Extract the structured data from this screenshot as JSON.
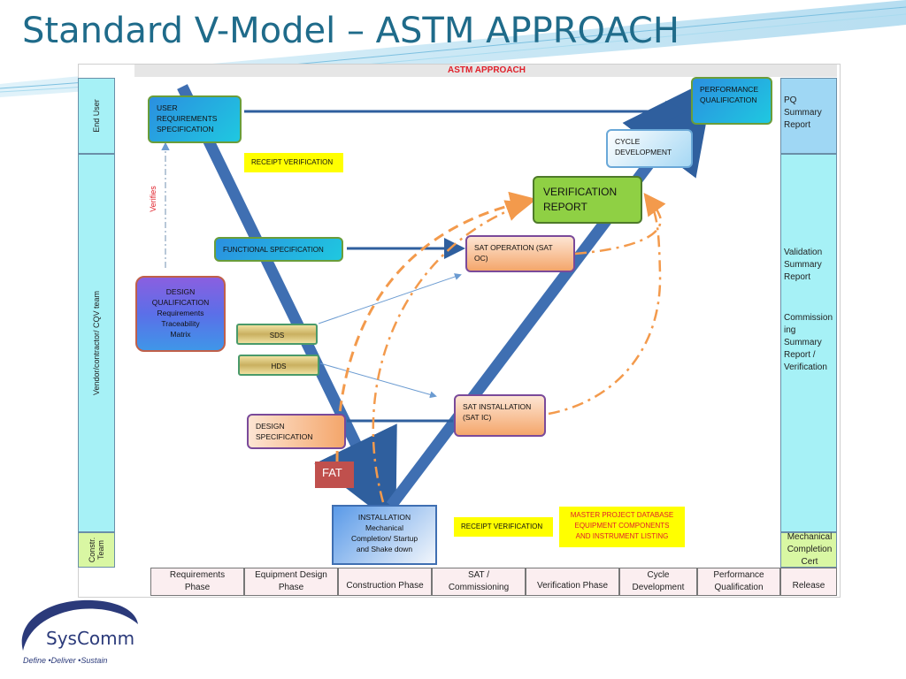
{
  "slide": {
    "title": "Standard V-Model – ASTM APPROACH"
  },
  "diagram": {
    "title": "ASTM APPROACH",
    "left_lanes": {
      "end_user": "End User",
      "vendor": "Vendor/contractor/ CQV team",
      "constr_line1": "Constr.",
      "constr_line2": "Team"
    },
    "right_column": {
      "pq": [
        "PQ",
        "Summary",
        "Report"
      ],
      "validation": [
        "Validation",
        "Summary",
        "Report"
      ],
      "commissioning": [
        "Commission",
        "ing",
        "Summary",
        "Report /",
        "Verification"
      ],
      "mechanical": [
        "Mechanical",
        "Completion",
        "Cert"
      ]
    },
    "boxes": {
      "urs": [
        "USER",
        "REQUIREMENTS",
        "SPECIFICATION"
      ],
      "receipt_top": "RECEIPT VERIFICATION",
      "functional": "FUNCTIONAL SPECIFICATION",
      "dq": [
        "DESIGN",
        "QUALIFICATION",
        "Requirements",
        "Traceability",
        "Matrix"
      ],
      "sds": "SDS",
      "hds": "HDS",
      "design_spec": [
        "DESIGN",
        "SPECIFICATION"
      ],
      "fat": "FAT",
      "installation": [
        "INSTALLATION",
        "Mechanical",
        "Completion/ Startup",
        "and Shake down"
      ],
      "receipt_bottom": "RECEIPT VERIFICATION",
      "master_db": [
        "MASTER PROJECT DATABASE",
        "EQUIPMENT COMPONENTS",
        "AND INSTRUMENT LISTING"
      ],
      "sat_ic": [
        "SAT INSTALLATION",
        "(SAT IC)"
      ],
      "sat_oc": [
        "SAT OPERATION (SAT",
        "OC)"
      ],
      "verification_report": [
        "VERIFICATION",
        "REPORT"
      ],
      "cycle_dev": [
        "CYCLE",
        "DEVELOPMENT"
      ],
      "pq_box": [
        "PERFORMANCE",
        "QUALIFICATION"
      ]
    },
    "verifies_label": "Verifies",
    "phases": [
      [
        "Requirements",
        "Phase"
      ],
      [
        "Equipment Design",
        "Phase"
      ],
      [
        "Construction Phase"
      ],
      [
        "SAT /",
        "Commissioning"
      ],
      [
        "Verification Phase"
      ],
      [
        "Cycle",
        "Development"
      ],
      [
        "Performance",
        "Qualification"
      ],
      [
        "Release"
      ]
    ],
    "colors": {
      "v_arm": "#3f6fb2",
      "arrow_dark": "#2f5f9e",
      "orange": "#f39a4c",
      "lane_fill": "#a6f1f6",
      "phase_fill": "#fbeef0"
    }
  },
  "logo": {
    "name": "SysComm",
    "tagline": "Define •Deliver •Sustain"
  }
}
